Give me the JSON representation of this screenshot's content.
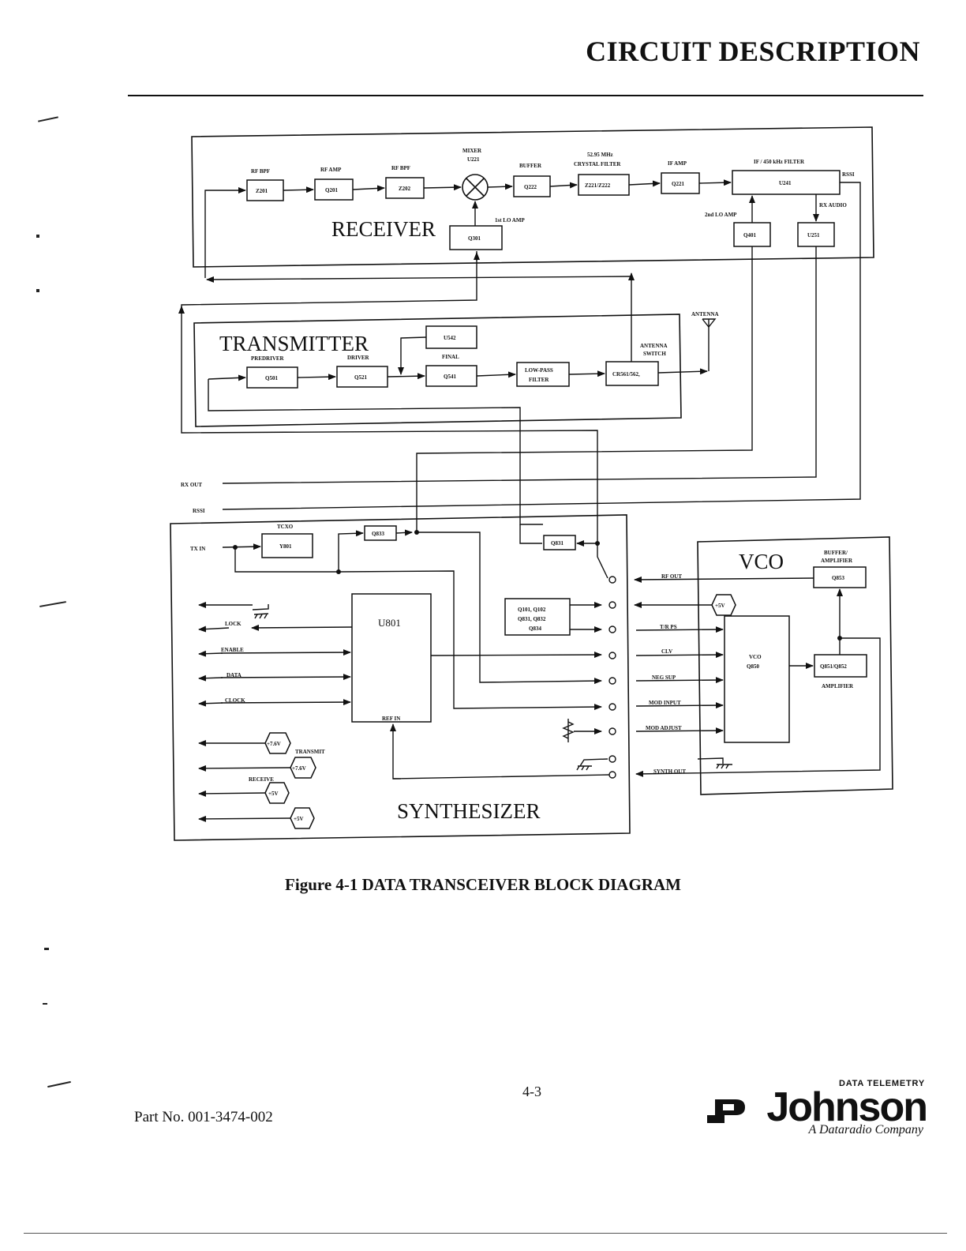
{
  "header": {
    "title": "CIRCUIT DESCRIPTION"
  },
  "sections": {
    "receiver": "RECEIVER",
    "transmitter": "TRANSMITTER",
    "synthesizer": "SYNTHESIZER",
    "vco": "VCO"
  },
  "receiver": {
    "rf_bpf_1_label": "RF BPF",
    "rf_bpf_1": "Z201",
    "rf_amp_label": "RF AMP",
    "rf_amp": "Q201",
    "rf_bpf_2_label": "RF BPF",
    "rf_bpf_2": "Z202",
    "mixer_label": "MIXER",
    "mixer_ref": "U221",
    "buffer_label": "BUFFER",
    "buffer": "Q222",
    "crystal_freq": "52.95 MHz",
    "crystal_label": "CRYSTAL FILTER",
    "crystal": "Z221/Z222",
    "if_amp_label": "IF AMP",
    "if_amp": "Q221",
    "if_filter_label": "IF / 450 kHz FILTER",
    "if_filter": "U241",
    "rssi_label": "RSSI",
    "lo1_label": "1st LO AMP",
    "lo1": "Q301",
    "lo2_label": "2nd LO AMP",
    "lo2": "Q401",
    "rx_audio_label": "RX AUDIO",
    "rx_audio": "U251"
  },
  "transmitter": {
    "predriver_label": "PREDRIVER",
    "predriver": "Q501",
    "driver_label": "DRIVER",
    "driver": "Q521",
    "u542": "U542",
    "final_label": "FINAL",
    "final": "Q541",
    "lpf_line1": "LOW-PASS",
    "lpf_line2": "FILTER",
    "switch_label_1": "ANTENNA",
    "switch_label_2": "SWITCH",
    "switch": "CR561/562,",
    "antenna_label": "ANTENNA"
  },
  "io": {
    "rx_out": "RX OUT",
    "rssi": "RSSI",
    "tx_in": "TX IN"
  },
  "synthesizer": {
    "tcxo_label": "TCXO",
    "tcxo": "Y801",
    "q833": "Q833",
    "q831": "Q831",
    "u801": "U801",
    "ref_in": "REF IN",
    "lock": "LOCK",
    "enable": "ENABLE",
    "data": "DATA",
    "clock": "CLOCK",
    "switch_line1": "Q101, Q102",
    "switch_line2": "Q831, Q832",
    "switch_line3": "Q834",
    "v76_a": "+7.6V",
    "transmit": "TRANSMIT",
    "v76_b": "+7.6V",
    "receive": "RECEIVE",
    "v5_a": "+5V",
    "v5_b": "+5V"
  },
  "vco": {
    "buffer_label_1": "BUFFER/",
    "buffer_label_2": "AMPLIFIER",
    "buffer": "Q853",
    "v5": "+5V",
    "vco_line1": "VCO",
    "vco_line2": "Q850",
    "amp": "Q851/Q852",
    "amp_label": "AMPLIFIER",
    "rf_out": "RF OUT",
    "tr_ps": "T/R PS",
    "clv": "CLV",
    "neg_sup": "NEG SUP",
    "mod_input": "MOD INPUT",
    "mod_adjust": "MOD ADJUST",
    "synth_out": "SYNTH OUT"
  },
  "figure": {
    "caption": "Figure 4-1   DATA TRANSCEIVER BLOCK DIAGRAM"
  },
  "footer": {
    "page_number": "4-3",
    "part_number": "Part No. 001-3474-002",
    "brand_tag": "DATA TELEMETRY",
    "brand_name": "Johnson",
    "brand_sub": "A Dataradio Company"
  }
}
